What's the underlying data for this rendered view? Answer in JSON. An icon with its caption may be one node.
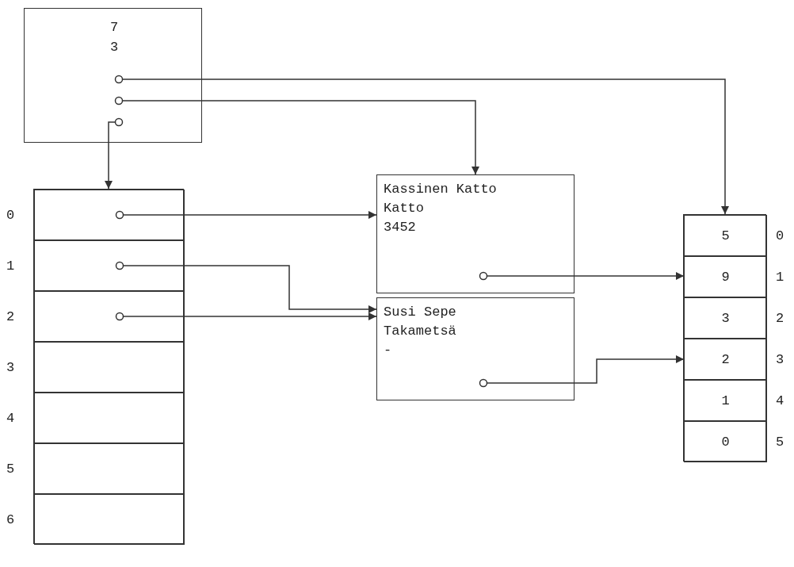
{
  "diagram": {
    "nodes": [
      {
        "text": [
          "7",
          "3"
        ]
      },
      {
        "text": [],
        "shape": "box"
      },
      {
        "text": [],
        "shape": "box",
        "in": 1,
        "beside": [
          "0"
        ]
      },
      {
        "text": [],
        "shape": "box",
        "in": 1,
        "beside": [
          "1"
        ]
      },
      {
        "text": [],
        "shape": "box",
        "in": 1,
        "beside": [
          "2"
        ]
      },
      {
        "text": [],
        "shape": "box",
        "in": 1,
        "beside": [
          "3"
        ]
      },
      {
        "text": [],
        "shape": "box",
        "in": 1,
        "beside": [
          "4"
        ]
      },
      {
        "text": [],
        "shape": "box",
        "in": 1,
        "beside": [
          "5"
        ]
      },
      {
        "text": [],
        "shape": "box",
        "in": 1,
        "beside": [
          "6"
        ]
      },
      {
        "text": [
          "Kassinen Katto",
          "Katto",
          "3452"
        ]
      },
      {
        "text": [
          "Susi Sepe",
          "Takametsä",
          "-"
        ]
      },
      {
        "text": [],
        "shape": "box"
      },
      {
        "text": [
          "5"
        ],
        "in": 11,
        "beside": [
          "0"
        ]
      },
      {
        "text": [
          "9"
        ],
        "in": 11,
        "beside": [
          "1"
        ]
      },
      {
        "text": [
          "3"
        ],
        "in": 11,
        "beside": [
          "2"
        ]
      },
      {
        "text": [
          "2"
        ],
        "in": 11,
        "beside": [
          "3"
        ]
      },
      {
        "text": [
          "1"
        ],
        "in": 11,
        "beside": [
          "4"
        ]
      },
      {
        "text": [
          "0"
        ],
        "in": 11,
        "beside": [
          "5"
        ]
      }
    ],
    "edges": [
      {
        "from": 0,
        "to": 11,
        "arrow": "to"
      },
      {
        "from": 0,
        "to": 9,
        "arrow": "to"
      },
      {
        "from": 0,
        "to": 1,
        "arrow": "to"
      },
      {
        "from": 2,
        "to": 9,
        "arrow": "to"
      },
      {
        "from": 3,
        "to": 10,
        "arrow": "to"
      },
      {
        "from": 4,
        "to": 10,
        "arrow": "to"
      },
      {
        "from": 9,
        "to": 13,
        "arrow": "to"
      },
      {
        "from": 10,
        "to": 15,
        "arrow": "to"
      }
    ]
  }
}
